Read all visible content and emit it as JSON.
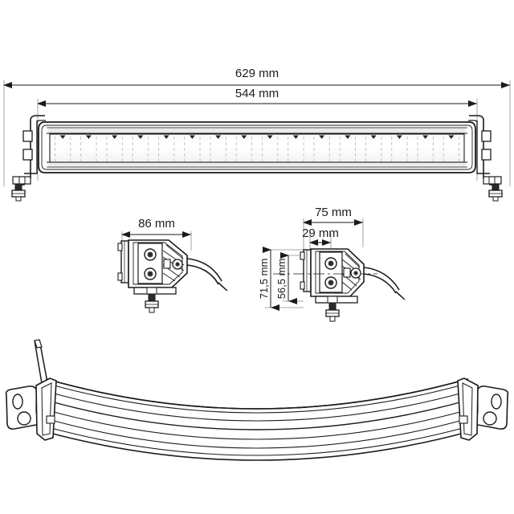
{
  "drawing": {
    "title": "LED light bar technical drawing",
    "units": "mm",
    "line_color": "#1b1b1b",
    "fill_color": "#ffffff",
    "shade_color": "#d8d8d8",
    "background": "#ffffff"
  },
  "views": {
    "front": {
      "name": "front-view",
      "led_count": 16
    },
    "detail_left": {
      "name": "side-detail-left"
    },
    "detail_right": {
      "name": "side-detail-right"
    },
    "top": {
      "name": "top-view-curved"
    }
  },
  "dimensions": {
    "overall_length": {
      "label": "629 mm",
      "orientation": "horizontal",
      "view": "front"
    },
    "housing_length": {
      "label": "544 mm",
      "orientation": "horizontal",
      "view": "front"
    },
    "depth_with_bracket": {
      "label": "86 mm",
      "orientation": "horizontal",
      "view": "detail-left"
    },
    "depth_total": {
      "label": "75 mm",
      "orientation": "horizontal",
      "view": "detail-right"
    },
    "lens_depth": {
      "label": "29 mm",
      "orientation": "horizontal",
      "view": "detail-right"
    },
    "height_overall": {
      "label": "71,5 mm",
      "orientation": "vertical",
      "view": "detail-right"
    },
    "height_body": {
      "label": "56,5 mm",
      "orientation": "vertical",
      "view": "detail-right"
    }
  }
}
